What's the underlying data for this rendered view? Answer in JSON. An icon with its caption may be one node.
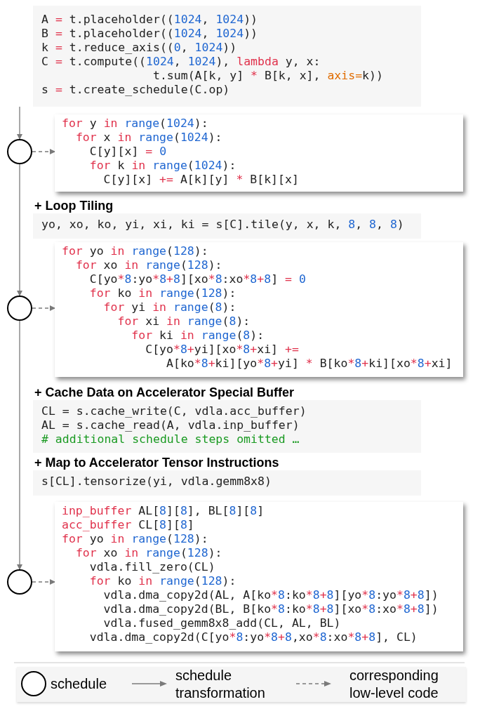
{
  "diagram": {
    "nodes": [
      {
        "text": [
          "A = t.placeholder((1024, 1024))",
          "B = t.placeholder((1024, 1024))",
          "k = t.reduce_axis((0, 1024))",
          "C = t.compute((1024, 1024), lambda y, x:",
          "                t.sum(A[k, y] * B[k, x], axis=k))",
          "s = t.create_schedule(C.op)"
        ]
      },
      {
        "text": [],
        "shape": "circle"
      },
      {
        "text": [
          "for y in range(1024):",
          "  for x in range(1024):",
          "    C[y][x] = 0",
          "    for k in range(1024):",
          "      C[y][x] += A[k][y] * B[k][x]"
        ]
      },
      {
        "text": [
          "+ Loop Tiling",
          "yo, xo, ko, yi, xi, ki = s[C].tile(y, x, k, 8, 8, 8)"
        ]
      },
      {
        "text": [],
        "shape": "circle"
      },
      {
        "text": [
          "for yo in range(128):",
          "  for xo in range(128):",
          "    C[yo*8:yo*8+8][xo*8:xo*8+8] = 0",
          "    for ko in range(128):",
          "      for yi in range(8):",
          "        for xi in range(8):",
          "          for ki in range(8):",
          "            C[yo*8+yi][xo*8+xi] +=",
          "               A[ko*8+ki][yo*8+yi] * B[ko*8+ki][xo*8+xi]"
        ]
      },
      {
        "text": [
          "+ Cache Data on Accelerator Special Buffer",
          "CL = s.cache_write(C, vdla.acc_buffer)",
          "AL = s.cache_read(A, vdla.inp_buffer)",
          "# additional schedule steps omitted …"
        ]
      },
      {
        "text": [
          "+ Map to Accelerator Tensor Instructions",
          "s[CL].tensorize(yi, vdla.gemm8x8)"
        ]
      },
      {
        "text": [],
        "shape": "circle"
      },
      {
        "text": [
          "inp_buffer AL[8][8], BL[8][8]",
          "acc_buffer CL[8][8]",
          "for yo in range(128):",
          "  for xo in range(128):",
          "    vdla.fill_zero(CL)",
          "    for ko in range(128):",
          "      vdla.dma_copy2d(AL, A[ko*8:ko*8+8][yo*8:yo*8+8])",
          "      vdla.dma_copy2d(BL, B[ko*8:ko*8+8][xo*8:xo*8+8])",
          "      vdla.fused_gemm8x8_add(CL, AL, BL)",
          "    vdla.dma_copy2d(C[yo*8:yo*8+8,xo*8:xo*8+8], CL)"
        ]
      }
    ],
    "edges": [
      {
        "from": null,
        "to": 1,
        "arrow": "to"
      },
      {
        "from": 1,
        "to": 4,
        "arrow": "to"
      },
      {
        "from": 4,
        "to": 8,
        "arrow": "to"
      },
      {
        "from": 1,
        "to": 2,
        "arrow": "to",
        "style": "dashed"
      },
      {
        "from": 4,
        "to": 5,
        "arrow": "to",
        "style": "dashed"
      },
      {
        "from": 8,
        "to": 9,
        "arrow": "to",
        "style": "dashed"
      }
    ],
    "legend": [
      {
        "text": "schedule"
      },
      {
        "text": "schedule transformation"
      },
      {
        "text": "corresponding low-level code"
      }
    ]
  }
}
